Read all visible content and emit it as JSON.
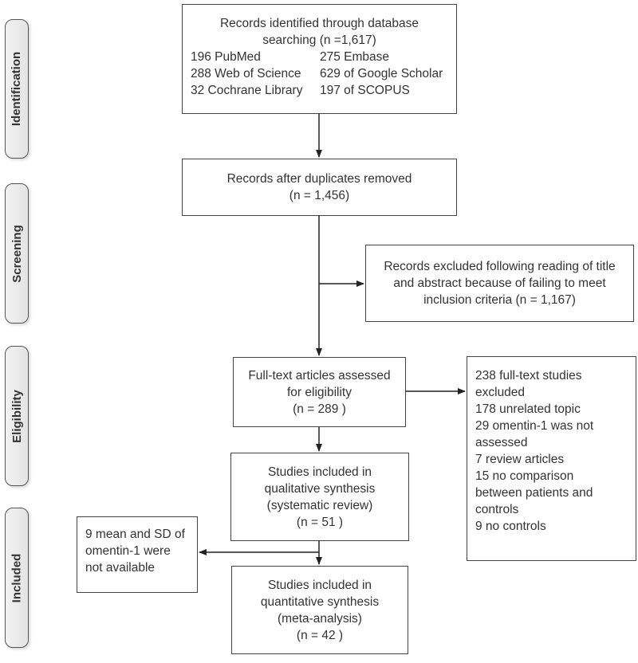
{
  "stages": {
    "identification": "Identification",
    "screening": "Screening",
    "eligibility": "Eligibility",
    "included": "Included"
  },
  "identified": {
    "line1": "Records identified through database",
    "line2": "searching (n =1,617)",
    "sources": [
      "196 PubMed",
      "275 Embase",
      "288 Web of Science",
      "629 of Google Scholar",
      "32 Cochrane Library",
      "197 of SCOPUS"
    ]
  },
  "after_duplicates": {
    "line1": "Records after duplicates removed",
    "line2": "(n = 1,456)"
  },
  "excluded_title": {
    "line1": "Records excluded following reading of title",
    "line2": "and abstract because of failing to meet",
    "line3": "inclusion criteria (n = 1,167)"
  },
  "fulltext": {
    "line1": "Full-text articles assessed",
    "line2": "for eligibility",
    "line3": "(n = 289 )"
  },
  "fulltext_excluded": {
    "lines": [
      "238 full-text studies",
      "excluded",
      "178 unrelated topic",
      "29 omentin-1 was not",
      "assessed",
      "7 review articles",
      "15 no comparison",
      "between patients and",
      "controls",
      "9 no controls"
    ]
  },
  "qualitative": {
    "line1": "Studies included in",
    "line2": "qualitative synthesis",
    "line3": "(systematic review)",
    "line4": "(n = 51 )"
  },
  "not_available": {
    "line1": "9 mean and SD of",
    "line2": "omentin-1 were",
    "line3": "not available"
  },
  "quantitative": {
    "line1": "Studies included in",
    "line2": "quantitative synthesis",
    "line3": "(meta-analysis)",
    "line4": "(n = 42 )"
  },
  "colors": {
    "border": "#444444",
    "text": "#333333",
    "tab_fill": "#e9e9e9"
  }
}
